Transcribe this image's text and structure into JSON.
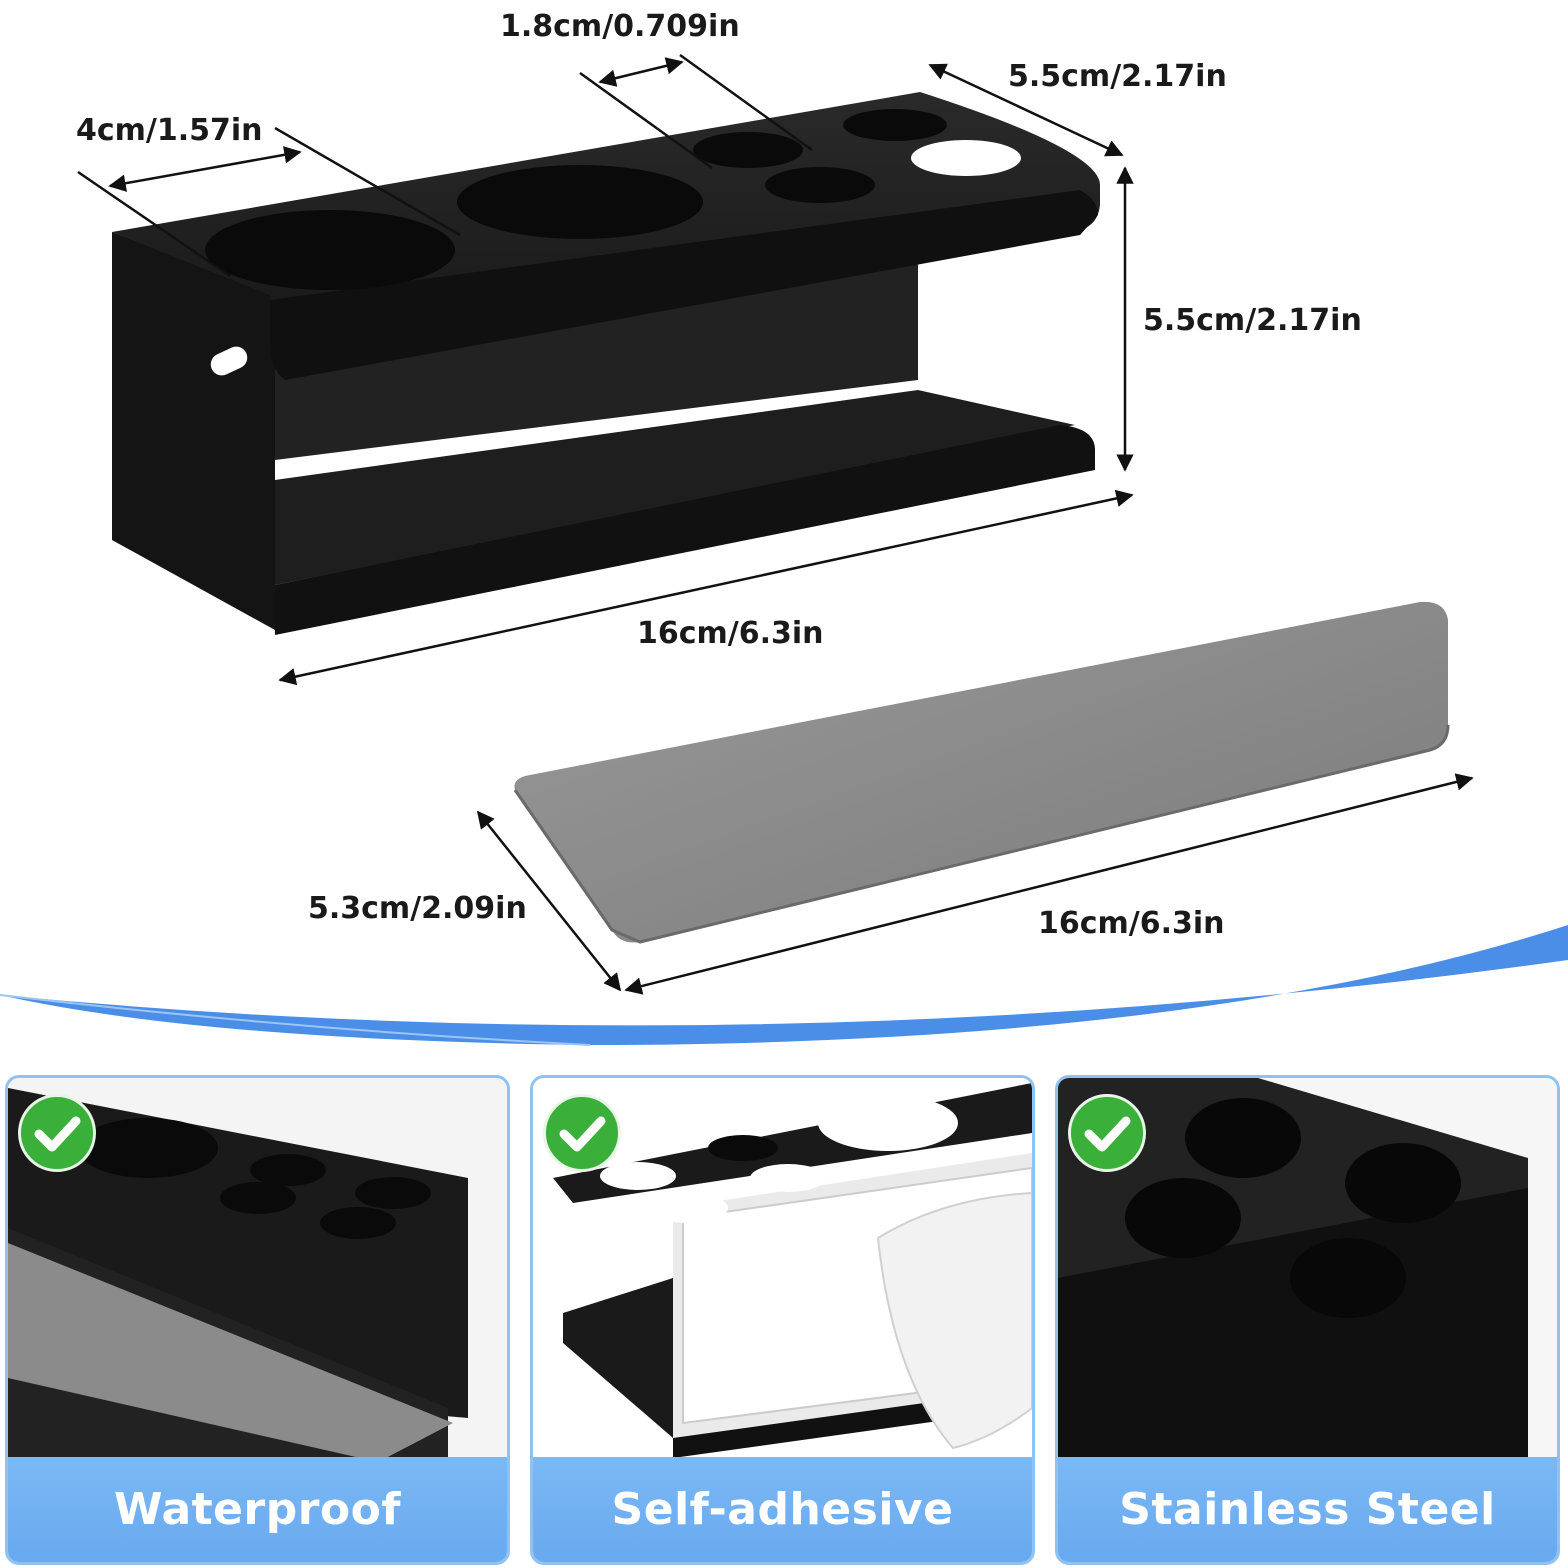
{
  "dimensions": {
    "hole_small_diameter": "1.8cm/0.709in",
    "rack_depth": "5.5cm/2.17in",
    "hole_large_diameter": "4cm/1.57in",
    "rack_height": "5.5cm/2.17in",
    "rack_length": "16cm/6.3in",
    "tray_width": "5.3cm/2.09in",
    "tray_length": "16cm/6.3in"
  },
  "features": [
    {
      "label": "Waterproof",
      "icon": "checkmark-icon"
    },
    {
      "label": "Self-adhesive",
      "icon": "checkmark-icon"
    },
    {
      "label": "Stainless Steel",
      "icon": "checkmark-icon"
    }
  ],
  "colors": {
    "accent_blue": "#6aabf0",
    "check_green": "#3ab03a",
    "product_black": "#1c1c1c",
    "tray_gray": "#8a8a8a"
  }
}
